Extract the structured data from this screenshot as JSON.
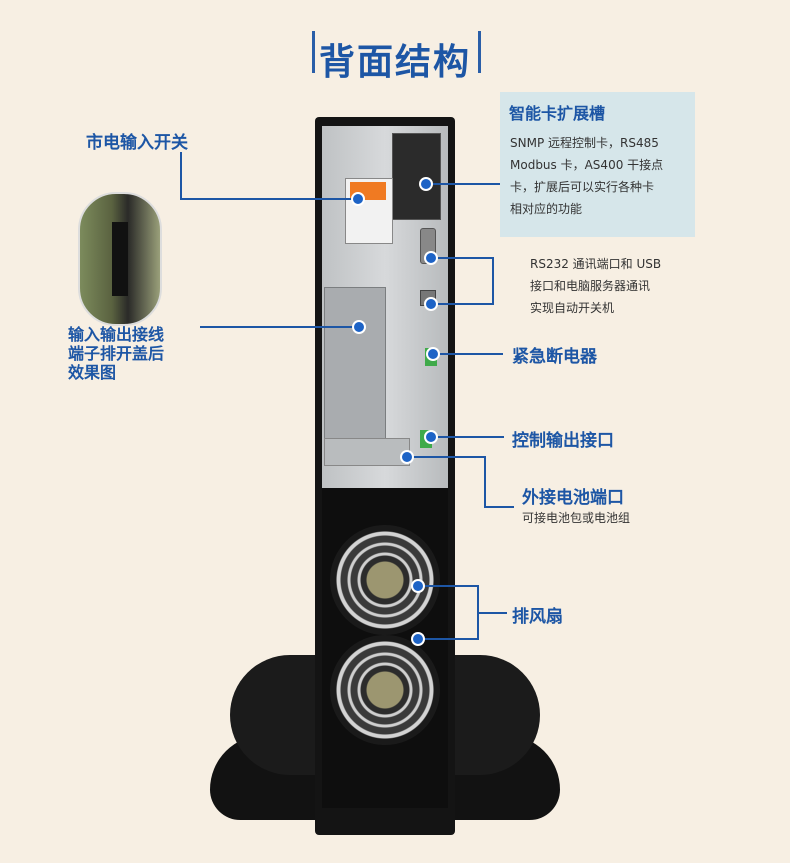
{
  "title": "背面结构",
  "callouts": {
    "mains_switch": "市电输入开关",
    "terminal": [
      "输入输出接线",
      "端子排开盖后",
      "效果图"
    ],
    "card_slot": {
      "title": "智能卡扩展槽",
      "lines": [
        "SNMP 远程控制卡，RS485",
        "Modbus 卡，AS400 干接点",
        "卡，扩展后可以实行各种卡",
        "相对应的功能"
      ]
    },
    "rs232_usb": [
      "RS232 通讯端口和 USB",
      "接口和电脑服务器通讯",
      "实现自动开关机"
    ],
    "epo": "紧急断电器",
    "control_out": "控制输出接口",
    "battery_port": "外接电池端口",
    "battery_desc": "可接电池包或电池组",
    "fans": "排风扇"
  },
  "colors": {
    "accent": "#1d56a5",
    "background": "#f7efe3",
    "note_box": "#d6e6ea"
  }
}
